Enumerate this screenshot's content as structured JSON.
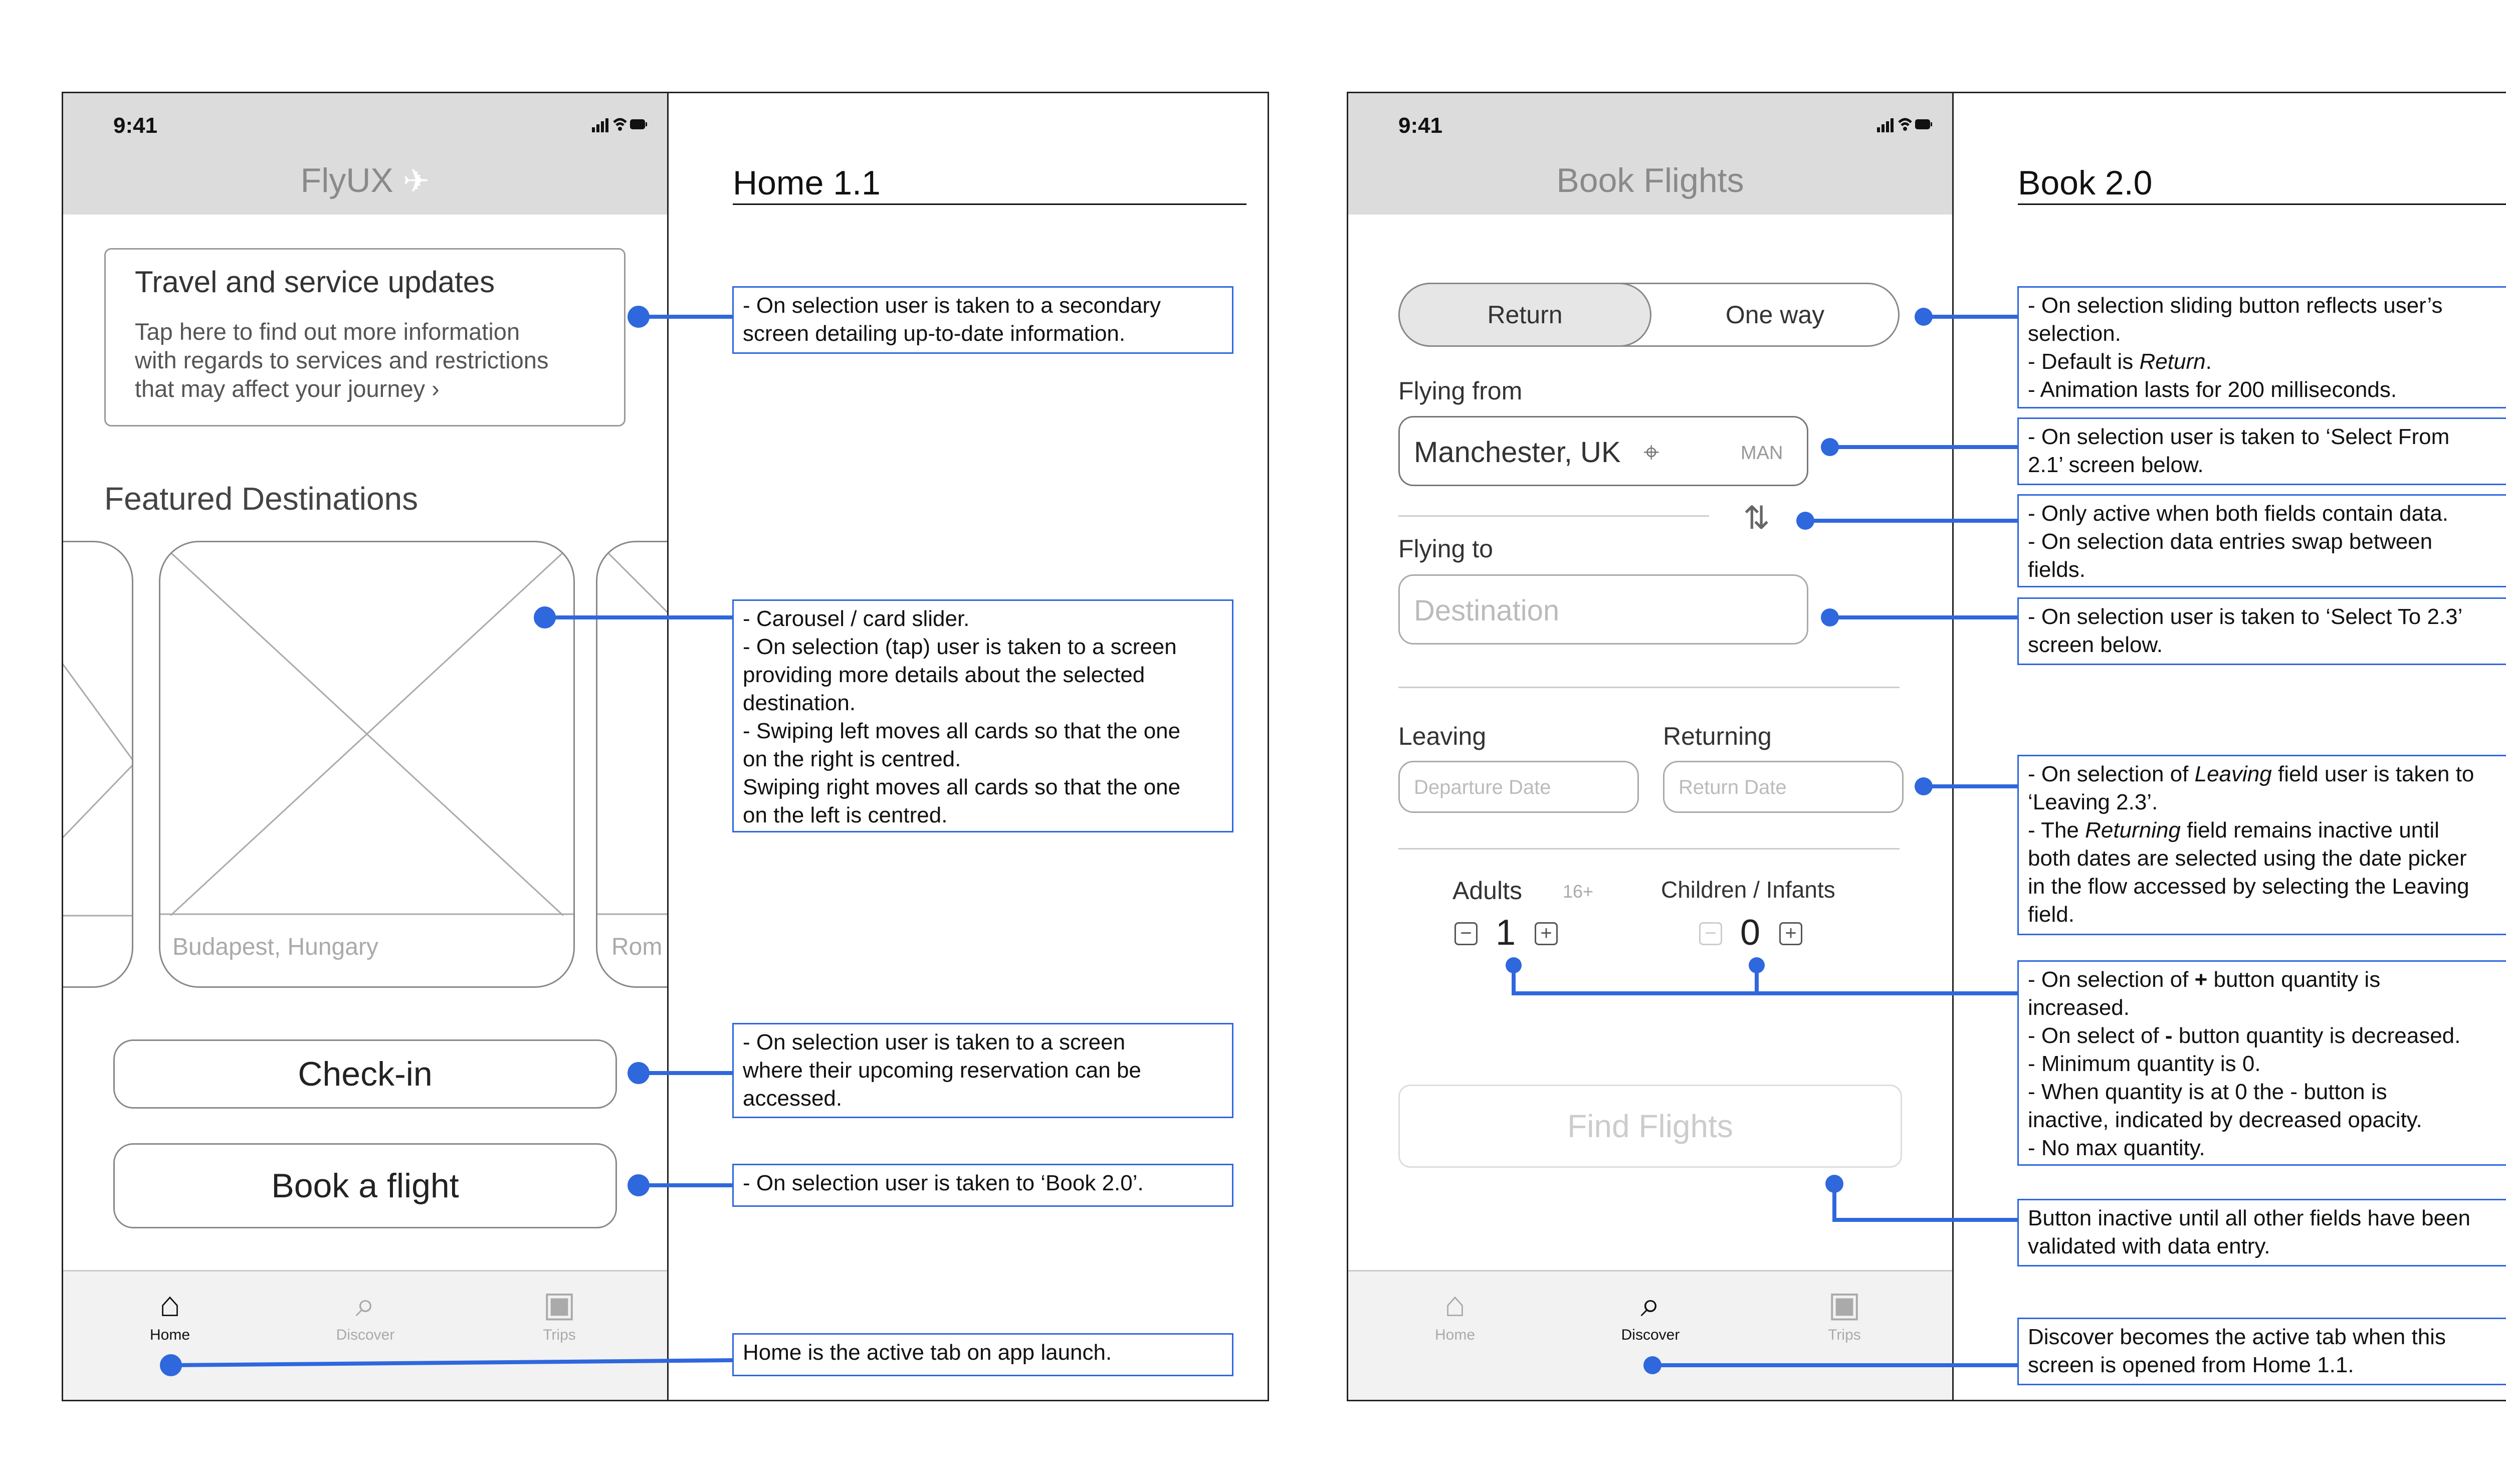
{
  "home": {
    "status_time": "9:41",
    "app_title": "FlyUX",
    "updates": {
      "title": "Travel and service updates",
      "body": "Tap here to find out more information\nwith regards to services and restrictions\nthat may affect your journey",
      "chevron": "›"
    },
    "featured_title": "Featured Destinations",
    "cards": {
      "center_label": "Budapest, Hungary",
      "right_label": "Rom"
    },
    "checkin_label": "Check-in",
    "book_label": "Book a flight",
    "tabs": [
      {
        "label": "Home",
        "icon": "home-icon"
      },
      {
        "label": "Discover",
        "icon": "search-icon"
      },
      {
        "label": "Trips",
        "icon": "briefcase-icon"
      }
    ],
    "note_title": "Home 1.1",
    "notes": [
      "- On selection user is taken to a secondary\nscreen detailing up-to-date information.",
      "- Carousel / card slider.\n- On selection (tap) user is taken to a screen\nproviding more details about the selected\ndestination.\n- Swiping left moves all cards so that the one\non the right is centred.\nSwiping right moves all cards so that the one\non the left is centred.",
      "- On selection user is taken to a screen\nwhere their upcoming reservation can be\naccessed.",
      "- On selection user is taken to ‘Book 2.0’.",
      "Home is the active tab on app launch."
    ]
  },
  "book": {
    "status_time": "9:41",
    "title": "Book Flights",
    "toggle": {
      "return_label": "Return",
      "oneway_label": "One way"
    },
    "flying_from_label": "Flying from",
    "from_value": "Manchester, UK",
    "from_code": "MAN",
    "flying_to_label": "Flying to",
    "to_placeholder": "Destination",
    "leaving_label": "Leaving",
    "returning_label": "Returning",
    "departure_placeholder": "Departure Date",
    "return_placeholder": "Return Date",
    "adults_label": "Adults",
    "adults_hint": "16+",
    "adults_value": "1",
    "children_label": "Children / Infants",
    "children_value": "0",
    "find_label": "Find Flights",
    "tabs": [
      {
        "label": "Home",
        "icon": "home-icon"
      },
      {
        "label": "Discover",
        "icon": "search-icon"
      },
      {
        "label": "Trips",
        "icon": "briefcase-icon"
      }
    ],
    "note_title": "Book 2.0",
    "notes": {
      "n1": {
        "l1": "- On selection sliding button reflects user’s",
        "l2": "selection.",
        "l3a": "- Default is ",
        "l3b": "Return",
        "l3c": ".",
        "l4": "- Animation lasts for 200 milliseconds."
      },
      "n2": "- On selection user is taken to ‘Select From\n2.1’ screen below.",
      "n3": "- Only active when both fields contain data.\n- On selection data entries swap between\nfields.",
      "n4": "- On selection user is taken to ‘Select To 2.3’\nscreen below.",
      "n5": {
        "a1": "- On selection of ",
        "a2": "Leaving",
        "a3": " field user is taken to",
        "b": "‘Leaving 2.3’.",
        "c1": "- The ",
        "c2": "Returning",
        "c3": " field remains inactive until",
        "d": "both dates are selected using the date picker\nin the flow accessed by selecting the Leaving\nfield."
      },
      "n6": {
        "a1": "- On selection of ",
        "a2": "+",
        "a3": " button quantity is",
        "b": "increased.",
        "c1": "- On select of ",
        "c2": "-",
        "c3": " button quantity is decreased.",
        "d": "- Minimum quantity is 0.\n- When quantity is at 0 the - button is\ninactive, indicated by decreased opacity.\n- No max quantity."
      },
      "n7": "Button inactive until all other fields have been\nvalidated with data entry.",
      "n8": "Discover becomes the active tab when this\nscreen is opened from Home 1.1."
    }
  }
}
